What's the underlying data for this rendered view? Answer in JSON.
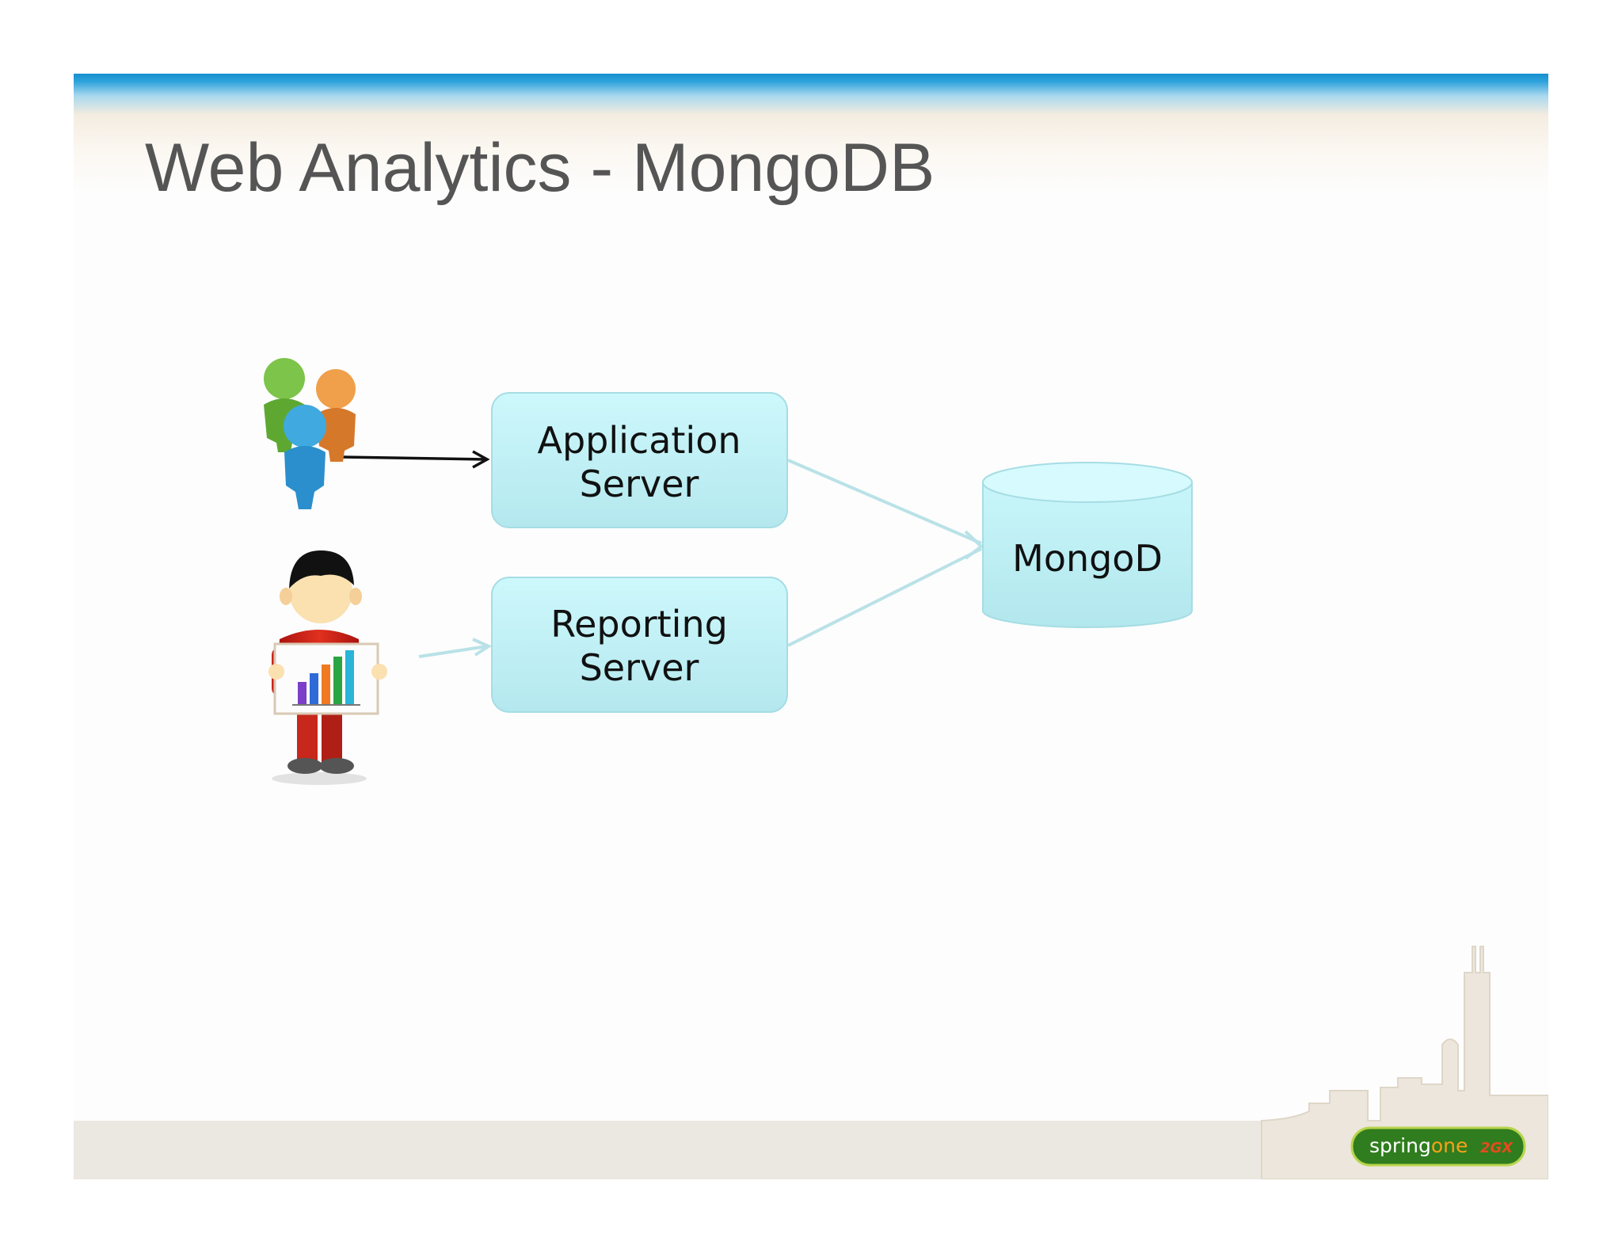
{
  "title": "Web Analytics - MongoDB",
  "nodes": {
    "application_server": [
      "Application",
      "Server"
    ],
    "reporting_server": [
      "Reporting",
      "Server"
    ],
    "database": "MongoD"
  },
  "actors": {
    "users": "users-group-icon",
    "analyst": "analyst-with-chart-icon"
  },
  "logo": {
    "word_a": "spring",
    "word_b": "one",
    "badge": "2GX"
  },
  "colors": {
    "header_blue": "#168fd0",
    "node_fill": "#bff0f5",
    "edge": "#b9e2e7",
    "title_text": "#555555"
  }
}
